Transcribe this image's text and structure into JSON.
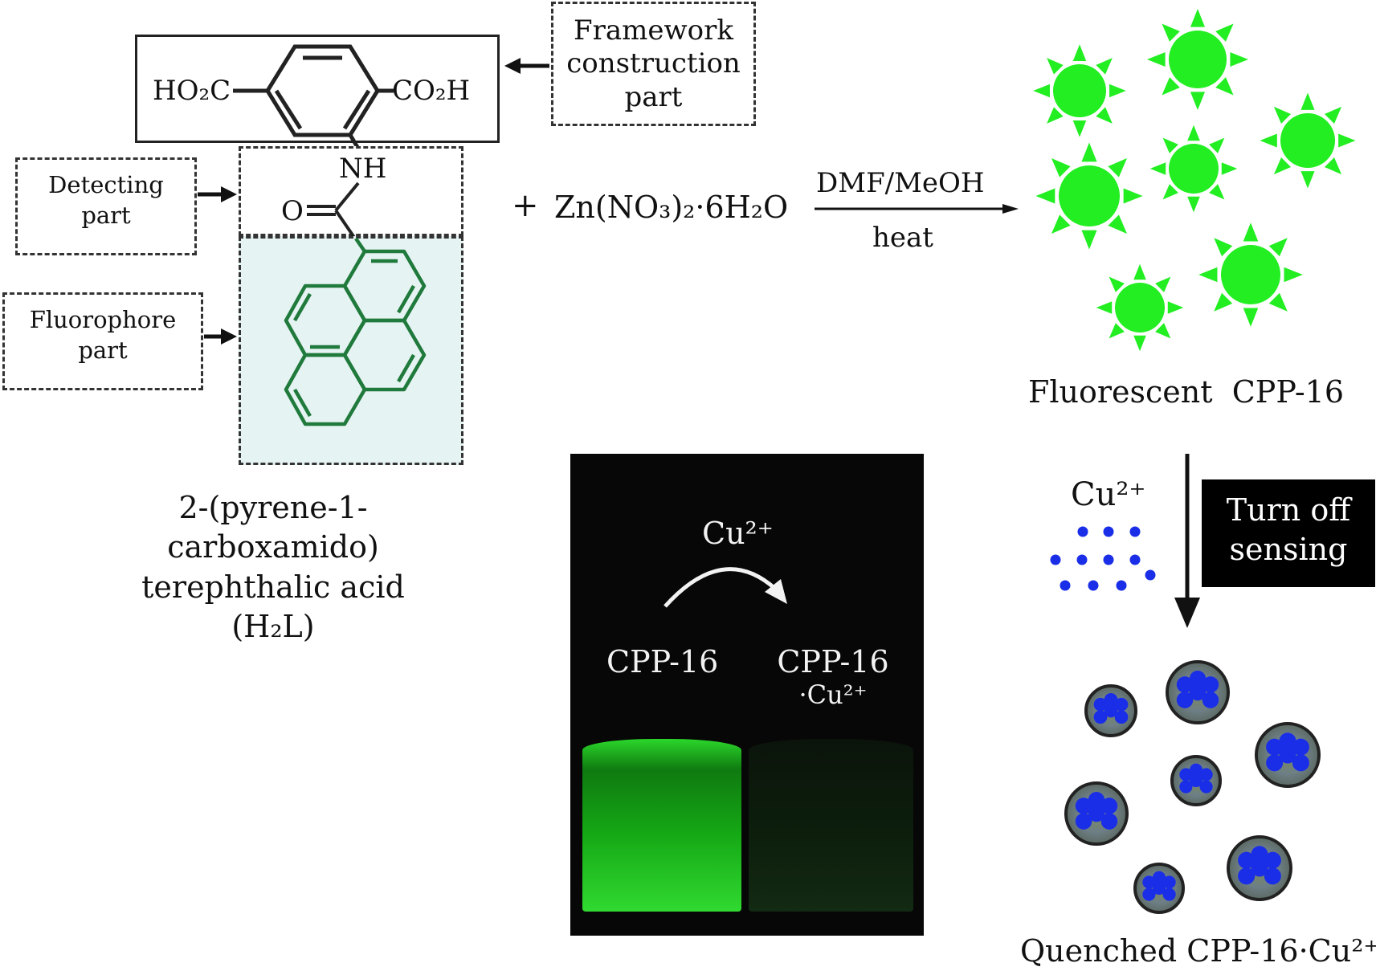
{
  "ligand": {
    "left_group": "HO₂C",
    "right_group": "CO₂H",
    "amide_nh": "NH",
    "carbonyl_o": "O",
    "caption_line1": "2-(pyrene-1-carboxamido)",
    "caption_line2": "terephthalic acid (H₂L)"
  },
  "part_labels": {
    "framework": [
      "Framework",
      "construction",
      "part"
    ],
    "detecting": [
      "Detecting",
      "part"
    ],
    "fluorophore": [
      "Fluorophore",
      "part"
    ]
  },
  "reaction": {
    "plus": "+",
    "reagent": "Zn(NO₃)₂·6H₂O",
    "solvent": "DMF/MeOH",
    "condition": "heat"
  },
  "product": {
    "label": "Fluorescent  CPP-16"
  },
  "sensing": {
    "analyte": "Cu²⁺",
    "box_line1": "Turn off",
    "box_line2": "sensing",
    "quenched_label": "Quenched CPP-16·Cu²⁺"
  },
  "photo": {
    "analyte": "Cu²⁺",
    "vial_left": "CPP-16",
    "vial_right_line1": "CPP-16",
    "vial_right_line2": "·Cu²⁺"
  },
  "colors": {
    "glow_green": "#22ee22",
    "structure_green": "#1f7a3c",
    "fluorophore_bg": "#e6f3f3",
    "cu_blue": "#1a2ee8"
  }
}
